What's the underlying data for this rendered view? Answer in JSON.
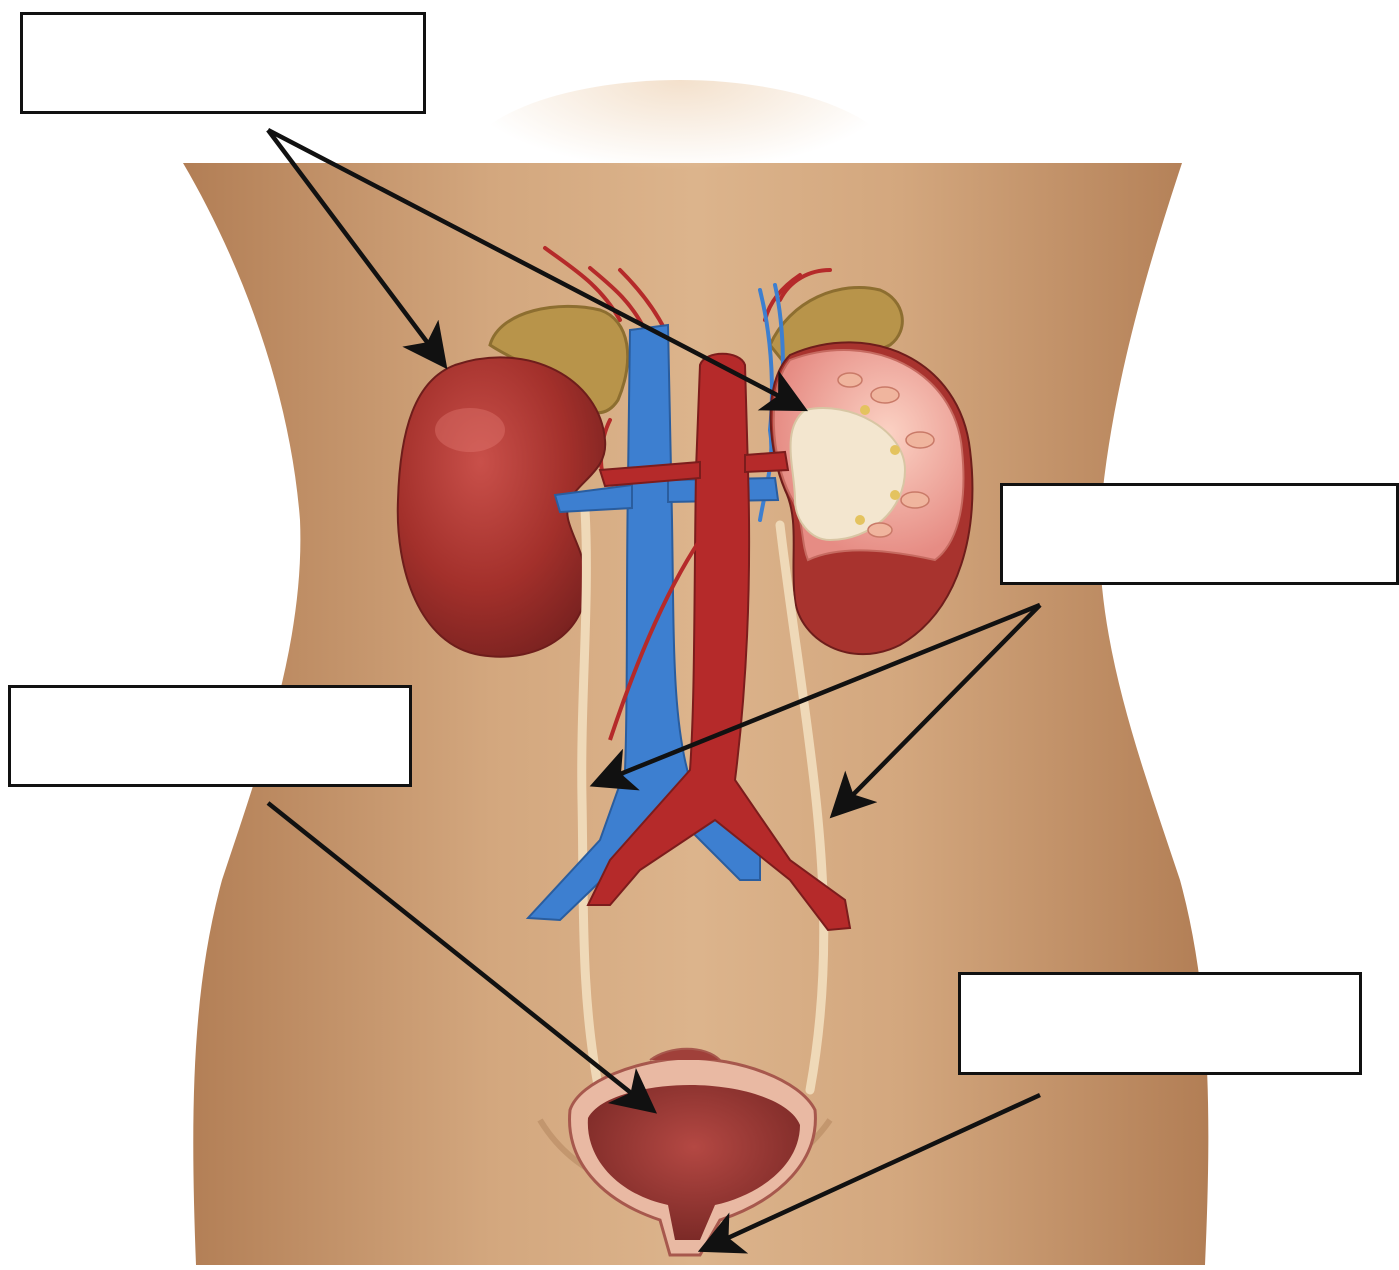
{
  "diagram": {
    "label_boxes": [
      {
        "id": "top-left",
        "text": "",
        "points_to": [
          "kidney-left",
          "kidney-right-section"
        ]
      },
      {
        "id": "right",
        "text": "",
        "points_to": [
          "ureter-left",
          "ureter-right"
        ]
      },
      {
        "id": "mid-left",
        "text": "",
        "points_to": [
          "bladder"
        ]
      },
      {
        "id": "bottom-right",
        "text": "",
        "points_to": [
          "urethra"
        ]
      }
    ],
    "colors": {
      "skin": "#c99a6e",
      "kidney": "#a8332e",
      "kidney_section": "#eea29a",
      "adrenal": "#b8944a",
      "vena_cava": "#3d7fd0",
      "aorta": "#b52a2a",
      "ureter": "#efd9b8",
      "bladder": "#9e3a35",
      "arrow": "#111111"
    }
  }
}
